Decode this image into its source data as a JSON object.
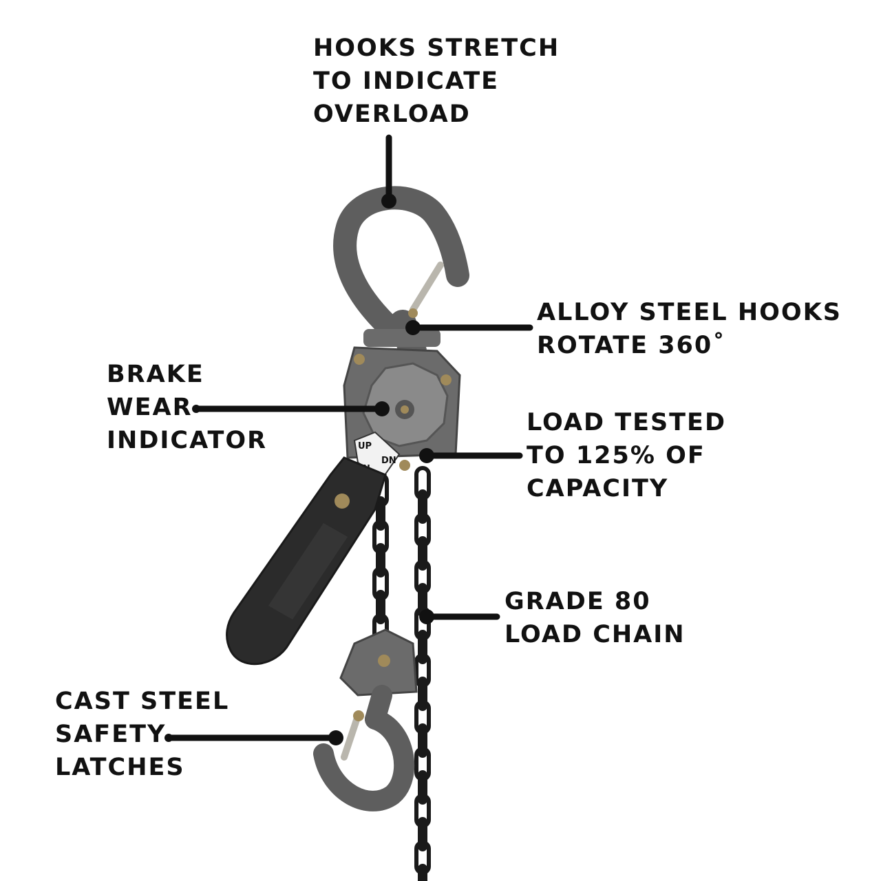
{
  "colors": {
    "ink": "#111111",
    "hook_gray": "#5e5e5e",
    "body_gray": "#6b6b6b",
    "handle_black": "#2b2b2b",
    "chain_black": "#1a1a1a",
    "latch_silver": "#b9b6ad",
    "bolt_brass": "#a08a5a"
  },
  "callouts": {
    "hooks_stretch": {
      "lines": [
        "HOOKS STRETCH",
        "TO INDICATE",
        "OVERLOAD"
      ]
    },
    "alloy_steel": {
      "lines": [
        "ALLOY STEEL HOOKS",
        "ROTATE 360˚"
      ]
    },
    "brake_wear": {
      "lines": [
        "BRAKE",
        "WEAR",
        "INDICATOR"
      ]
    },
    "load_tested": {
      "lines": [
        "LOAD TESTED",
        "TO 125% OF",
        "CAPACITY"
      ]
    },
    "grade_80": {
      "lines": [
        "GRADE 80",
        "LOAD CHAIN"
      ]
    },
    "cast_steel": {
      "lines": [
        "CAST STEEL",
        "SAFETY",
        "LATCHES"
      ]
    }
  },
  "direction_label": {
    "up": "UP",
    "n": "N",
    "dn": "DN"
  },
  "icons": [
    "top-hook-icon",
    "bottom-hook-icon",
    "lever-handle-icon",
    "load-chain-icon",
    "hoist-body-icon"
  ]
}
